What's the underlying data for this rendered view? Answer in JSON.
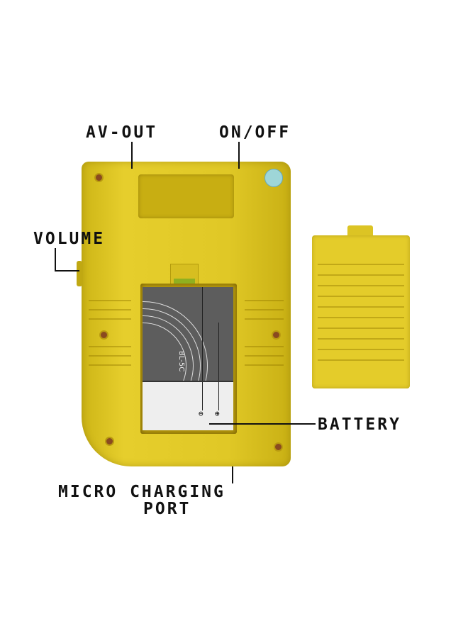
{
  "labels": {
    "av_out": "AV-OUT",
    "on_off": "ON/OFF",
    "volume": "VOLUME",
    "battery": "BATTERY",
    "micro_charging_line1": "MICRO CHARGING",
    "micro_charging_line2": "PORT"
  },
  "battery": {
    "model": "BL-5C",
    "minus": "⊖",
    "plus": "⊕"
  },
  "colors": {
    "console": "#e0c826",
    "battery_grey": "#5d5d5d",
    "label_text": "#111111"
  }
}
